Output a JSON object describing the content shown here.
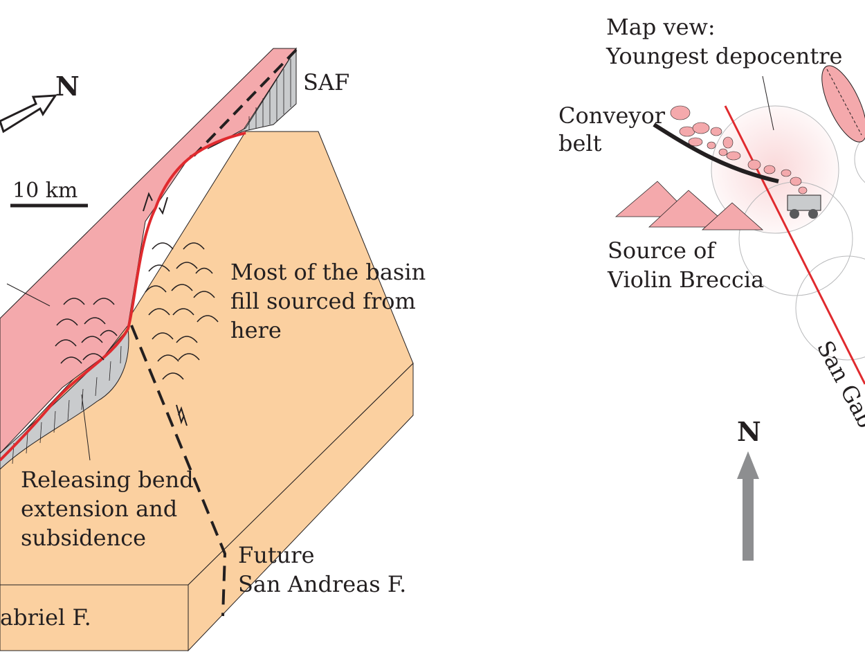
{
  "north_arrow_left": {
    "label": "N"
  },
  "fault_label_saf": "SAF",
  "scale_bar": {
    "label": "10 km"
  },
  "basin_label": {
    "lines": [
      "Most of the basin",
      "fill sourced from",
      "here"
    ]
  },
  "releasing_bend_label": {
    "lines": [
      "Releasing bend",
      "extension and",
      "subsidence"
    ]
  },
  "future_fault_label": {
    "lines": [
      "Future",
      "San Andreas F."
    ]
  },
  "front_face_label": "abriel F.",
  "map_view_label": {
    "lines": [
      "Map vew:",
      "Youngest depocentre"
    ]
  },
  "conveyor_label": {
    "lines": [
      "Conveyor",
      "belt"
    ]
  },
  "source_label": {
    "lines": [
      "Source of",
      "Violin Breccia"
    ]
  },
  "fault_label_right": "San Gab",
  "north_arrow_right": {
    "label": "N"
  },
  "colors": {
    "pink_block": "#f4a9ac",
    "tan_block": "#fbd0a0",
    "fault_red": "#e02a2e",
    "scarp_grey": "#c9cbcd",
    "arrow_grey": "#8d8e90"
  }
}
